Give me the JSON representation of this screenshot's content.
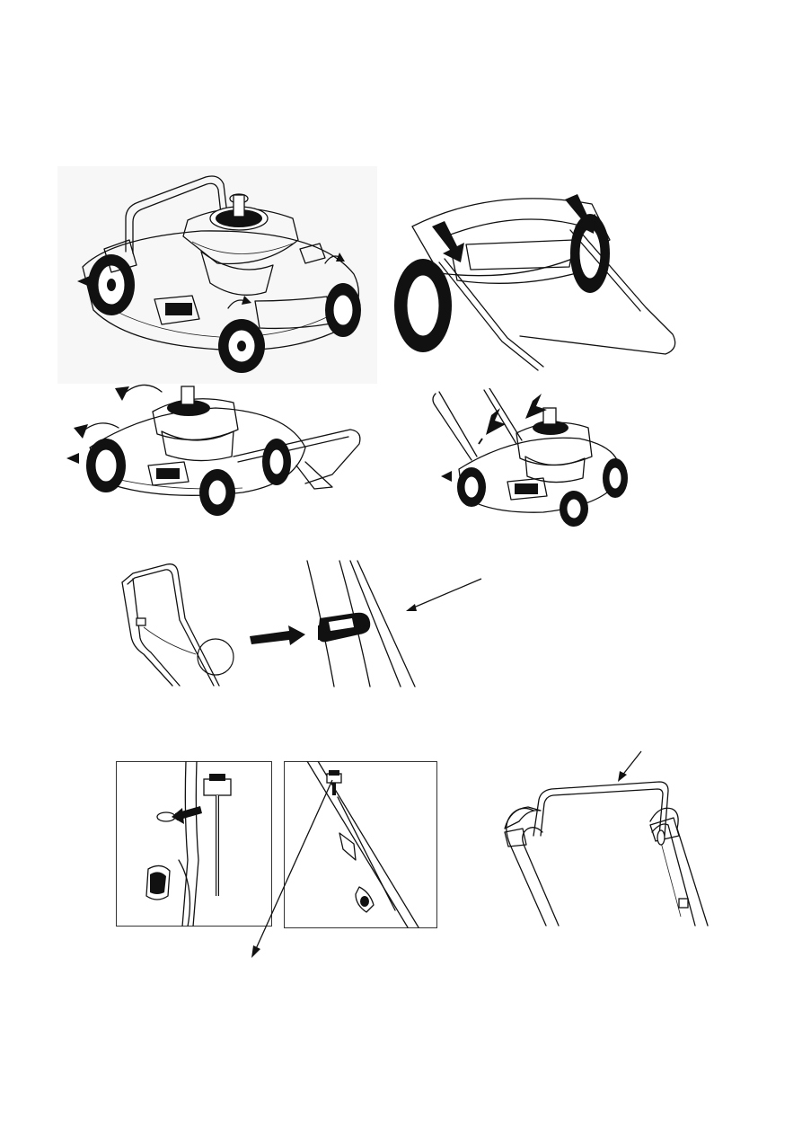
{
  "page": {
    "type": "assembly-instructions",
    "text": []
  },
  "figures": [
    {
      "id": "fig1",
      "icon": "mower-rear-handle-rotate-arrows"
    },
    {
      "id": "fig2",
      "icon": "handle-lower-bracket-arrows"
    },
    {
      "id": "fig3",
      "icon": "handle-fold-up-arrows"
    },
    {
      "id": "fig4",
      "icon": "handle-bolt-insert-arrows"
    },
    {
      "id": "fig5",
      "icon": "cable-clip-detail"
    },
    {
      "id": "fig6",
      "icon": "starter-rope-guide"
    },
    {
      "id": "fig7",
      "icon": "rope-guide-knob-pointer"
    },
    {
      "id": "fig8",
      "icon": "control-bar-pointer"
    }
  ]
}
